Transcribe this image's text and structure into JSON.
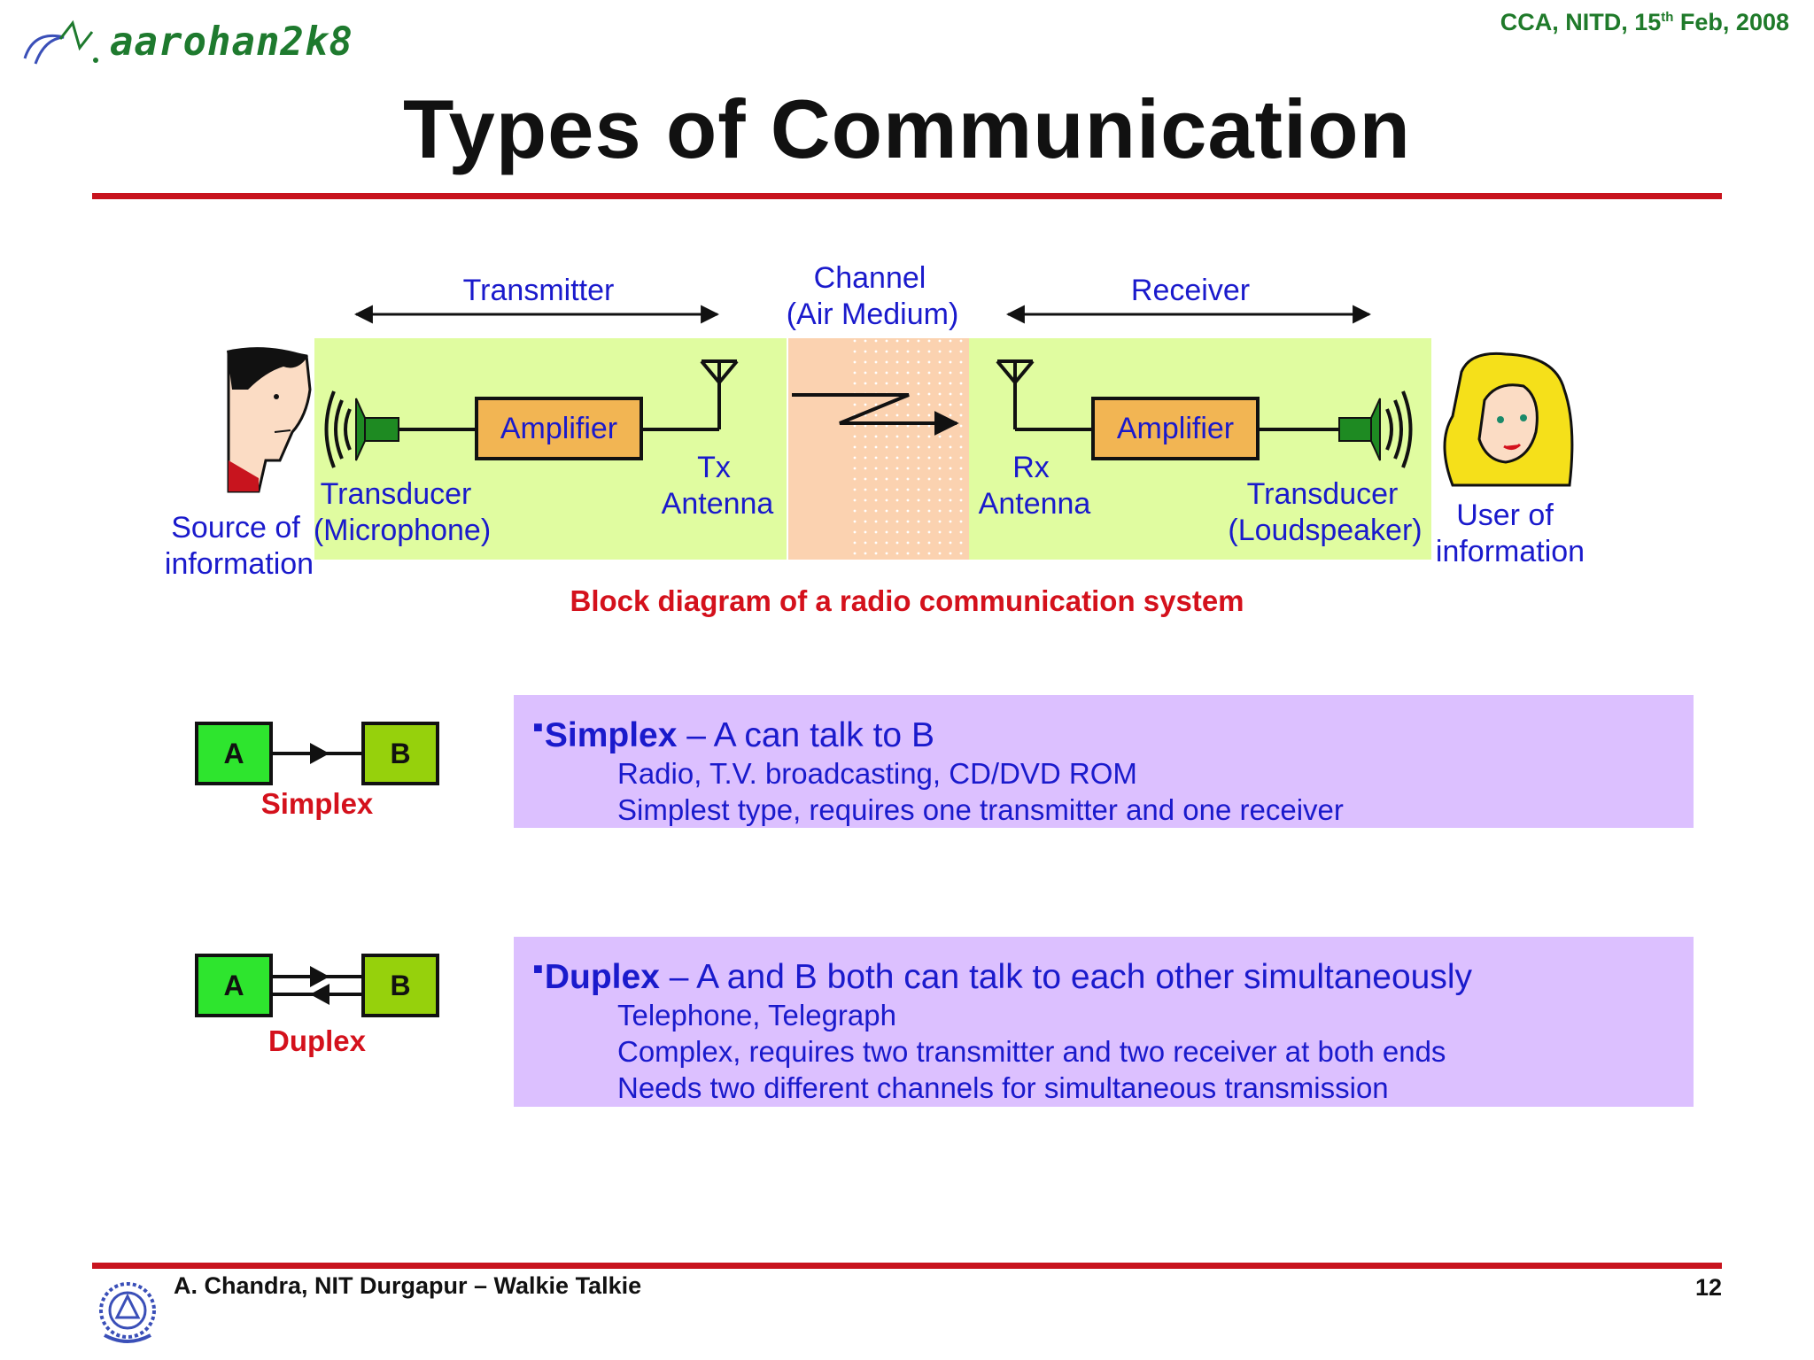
{
  "header": {
    "logo_text": "aarohan2k8",
    "meta_pre": "CCA, NITD, 15",
    "meta_sup": "th",
    "meta_post": " Feb, 2008"
  },
  "title": "Types of Communication",
  "diagram": {
    "transmitter_label": "Transmitter",
    "channel_label_1": "Channel",
    "channel_label_2": "(Air Medium)",
    "receiver_label": "Receiver",
    "tx_amplifier": "Amplifier",
    "rx_amplifier": "Amplifier",
    "tx_antenna_1": "Tx",
    "tx_antenna_2": "Antenna",
    "rx_antenna_1": "Rx",
    "rx_antenna_2": "Antenna",
    "mic_label_1": "Transducer",
    "mic_label_2": "(Microphone)",
    "speaker_label_1": "Transducer",
    "speaker_label_2": "(Loudspeaker)",
    "source_label_1": "Source of",
    "source_label_2": "information",
    "user_label_1": "User of",
    "user_label_2": "information",
    "caption": "Block diagram of a radio communication system"
  },
  "simplex": {
    "box_a": "A",
    "box_b": "B",
    "label": "Simplex",
    "title": "Simplex",
    "title_rest": " – A can talk to B",
    "lines": [
      "Radio, T.V. broadcasting, CD/DVD ROM",
      "Simplest type, requires one transmitter and one receiver"
    ]
  },
  "duplex": {
    "box_a": "A",
    "box_b": "B",
    "label": "Duplex",
    "title": "Duplex",
    "title_rest": " – A and B both can talk to each other simultaneously",
    "lines": [
      "Telephone, Telegraph",
      "Complex, requires two transmitter and two receiver at both ends",
      "Needs two different channels for simultaneous transmission"
    ]
  },
  "footer": {
    "text": "A. Chandra, NIT Durgapur – Walkie Talkie",
    "page_number": "12"
  },
  "colors": {
    "rule": "#c8141e",
    "panel_green": "#e0fca0",
    "channel_orange": "#fbd2b0",
    "amplifier": "#f2b553",
    "info_purple": "#dcc0ff",
    "text_blue": "#1a1acc",
    "label_red": "#d4111c"
  }
}
